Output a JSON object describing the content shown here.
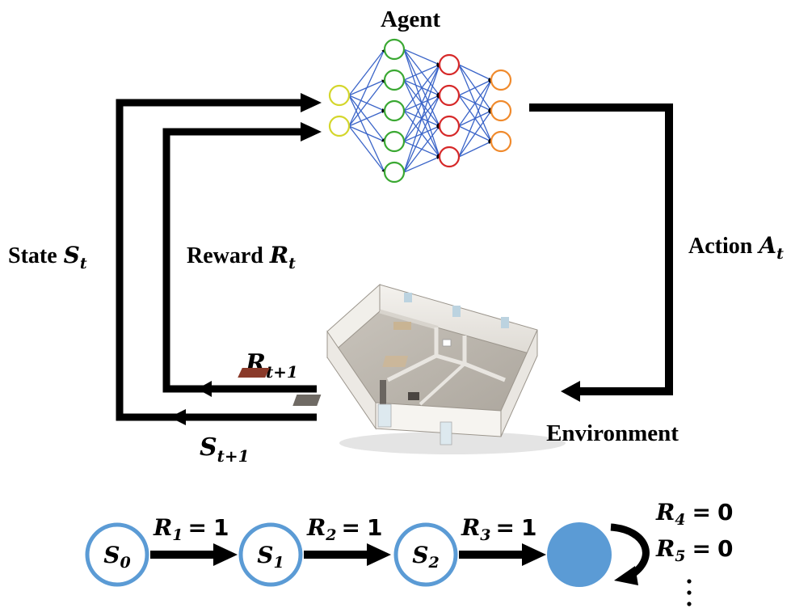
{
  "agent": {
    "title": "Agent",
    "network": {
      "layers": [
        {
          "nodes": 2,
          "color": "#d4d62b"
        },
        {
          "nodes": 5,
          "color": "#3aa832"
        },
        {
          "nodes": 4,
          "color": "#d62828"
        },
        {
          "nodes": 3,
          "color": "#f08a2c"
        }
      ],
      "edge_color": "#3a64c8"
    }
  },
  "environment": {
    "title": "Environment"
  },
  "loop": {
    "state": {
      "word": "State",
      "symbol": "S",
      "sub": "t"
    },
    "reward": {
      "word": "Reward",
      "symbol": "R",
      "sub": "t"
    },
    "action": {
      "word": "Action",
      "symbol": "A",
      "sub": "t"
    },
    "next_reward": {
      "symbol": "R",
      "sub": "t+1"
    },
    "next_state": {
      "symbol": "S",
      "sub": "t+1"
    }
  },
  "chain": {
    "states": [
      {
        "symbol": "S",
        "sub": "0"
      },
      {
        "symbol": "S",
        "sub": "1"
      },
      {
        "symbol": "S",
        "sub": "2"
      }
    ],
    "terminal_color": "#5b9bd5",
    "ring_color": "#5b9bd5",
    "transitions": [
      {
        "symbol": "R",
        "sub": "1",
        "value": "1"
      },
      {
        "symbol": "R",
        "sub": "2",
        "value": "1"
      },
      {
        "symbol": "R",
        "sub": "3",
        "value": "1"
      }
    ],
    "self_loop": [
      {
        "symbol": "R",
        "sub": "4",
        "value": "0"
      },
      {
        "symbol": "R",
        "sub": "5",
        "value": "0"
      }
    ]
  }
}
